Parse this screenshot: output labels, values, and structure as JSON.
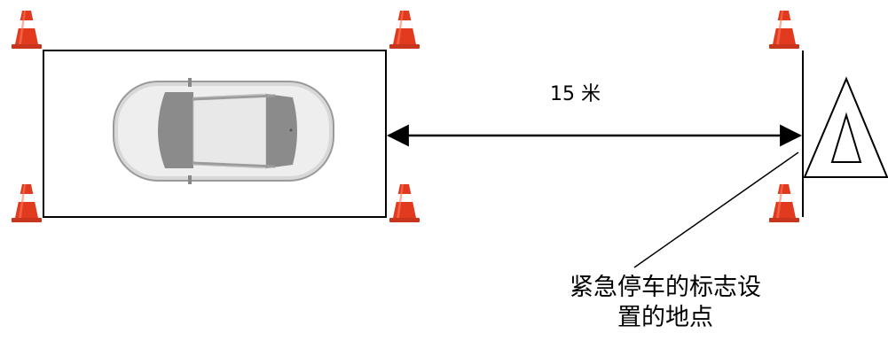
{
  "distance_label": "15 米",
  "place_label_line1": "紧急停车的标志设",
  "place_label_line2": "置的地点"
}
